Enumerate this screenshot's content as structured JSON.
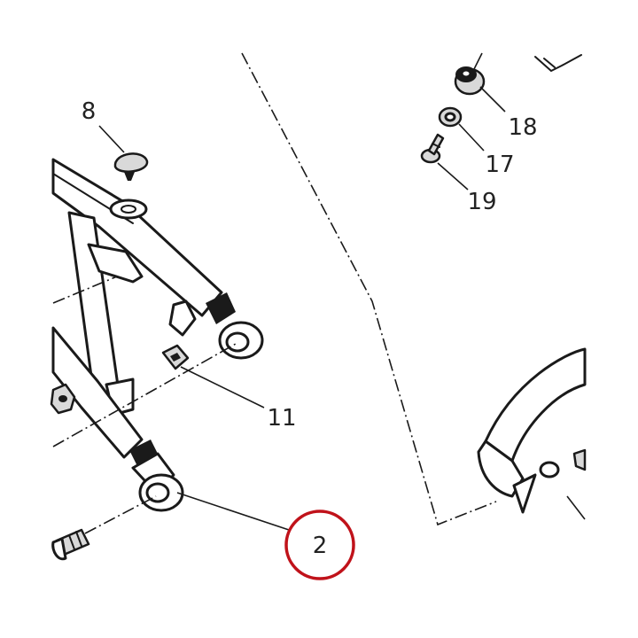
{
  "diagram": {
    "callouts": [
      {
        "id": "8",
        "label": "8"
      },
      {
        "id": "18",
        "label": "18"
      },
      {
        "id": "17",
        "label": "17"
      },
      {
        "id": "19",
        "label": "19"
      },
      {
        "id": "11",
        "label": "11"
      },
      {
        "id": "2",
        "label": "2",
        "highlighted": true
      }
    ],
    "highlight_color": "#c0121a"
  }
}
